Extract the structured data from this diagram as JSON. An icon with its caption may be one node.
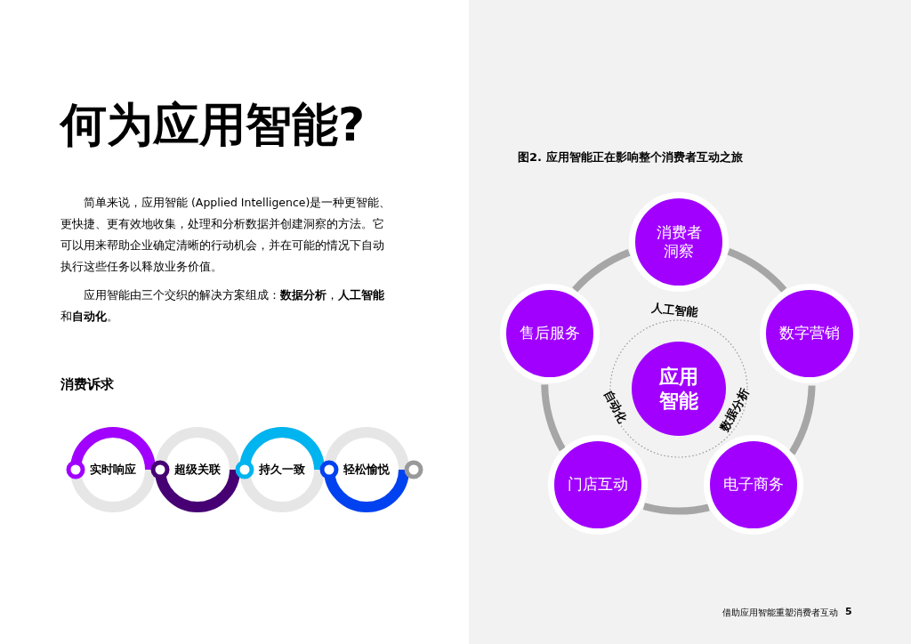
{
  "diagram": {
    "title": "何为应用智能?",
    "nodes": [
      {
        "text": [
          "实时响应"
        ]
      },
      {
        "text": [
          "超级关联"
        ]
      },
      {
        "text": [
          "持久一致"
        ]
      },
      {
        "text": [
          "轻松愉悦"
        ]
      },
      {
        "text": [
          "消费者洞察"
        ]
      },
      {
        "text": [
          "售后服务"
        ]
      },
      {
        "text": [
          "数字营销"
        ]
      },
      {
        "text": [
          "应用智能"
        ]
      },
      {
        "text": [
          "门店互动"
        ]
      },
      {
        "text": [
          "电子商务"
        ]
      }
    ],
    "edges": [
      {
        "from": 4,
        "to": 6,
        "arrow": "none"
      },
      {
        "from": 6,
        "to": 9,
        "arrow": "none"
      },
      {
        "from": 9,
        "to": 8,
        "arrow": "none"
      },
      {
        "from": 8,
        "to": 5,
        "arrow": "none"
      },
      {
        "from": 5,
        "to": 4,
        "arrow": "none"
      }
    ],
    "labels": [
      "简单来说，应用智能 (Applied Intelligence)是一种更智能、更快捷、更有效地收集，处理和分析数据并创建洞察的方法。它可以用来帮助企业确定清晰的行动机会，并在可能的情况下自动执行这些任务以释放业务价值。",
      "应用智能由三个交织的解决方案组成：**数据分析**，**人工智能**和**自动化**。",
      "消费诉求",
      "图2. 应用智能正在影响整个消费者互动之旅",
      "人工智能",
      "数据分析",
      "自动化",
      "借助应用智能重塑消费者互动",
      "5"
    ]
  }
}
